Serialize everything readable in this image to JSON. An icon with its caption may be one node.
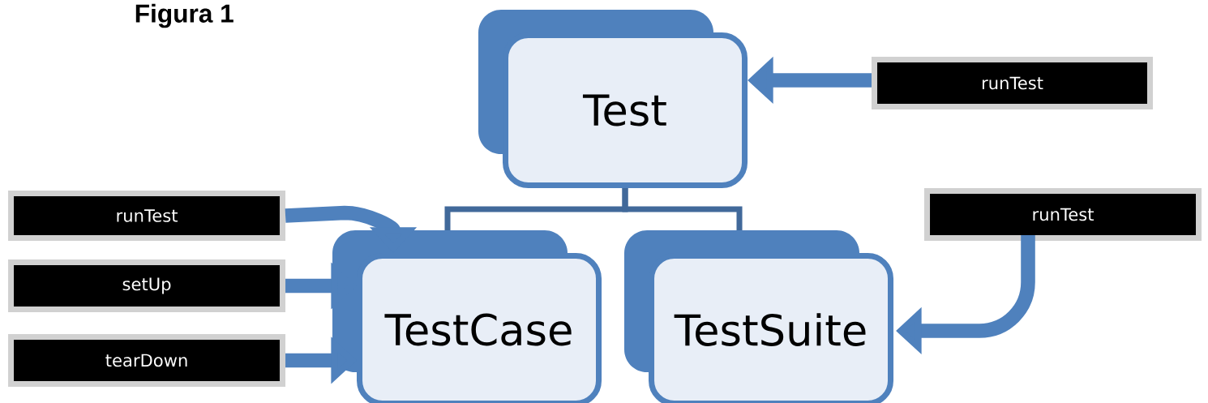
{
  "diagram": {
    "title": "Figura 1",
    "nodes": [
      {
        "text": [
          "Test"
        ]
      },
      {
        "text": [
          "TestCase"
        ]
      },
      {
        "text": [
          "TestSuite"
        ]
      },
      {
        "text": [
          "runTest"
        ]
      },
      {
        "text": [
          "runTest"
        ]
      },
      {
        "text": [
          "setUp"
        ]
      },
      {
        "text": [
          "tearDown"
        ]
      },
      {
        "text": [
          "runTest"
        ]
      }
    ],
    "edges": [
      {
        "from": 0,
        "to": 1,
        "arrow": "none"
      },
      {
        "from": 0,
        "to": 2,
        "arrow": "none"
      },
      {
        "from": 3,
        "to": 0,
        "arrow": "to"
      },
      {
        "from": 4,
        "to": 1,
        "arrow": "to"
      },
      {
        "from": 5,
        "to": 1,
        "arrow": "to"
      },
      {
        "from": 6,
        "to": 1,
        "arrow": "to"
      },
      {
        "from": 7,
        "to": 2,
        "arrow": "to"
      }
    ]
  }
}
